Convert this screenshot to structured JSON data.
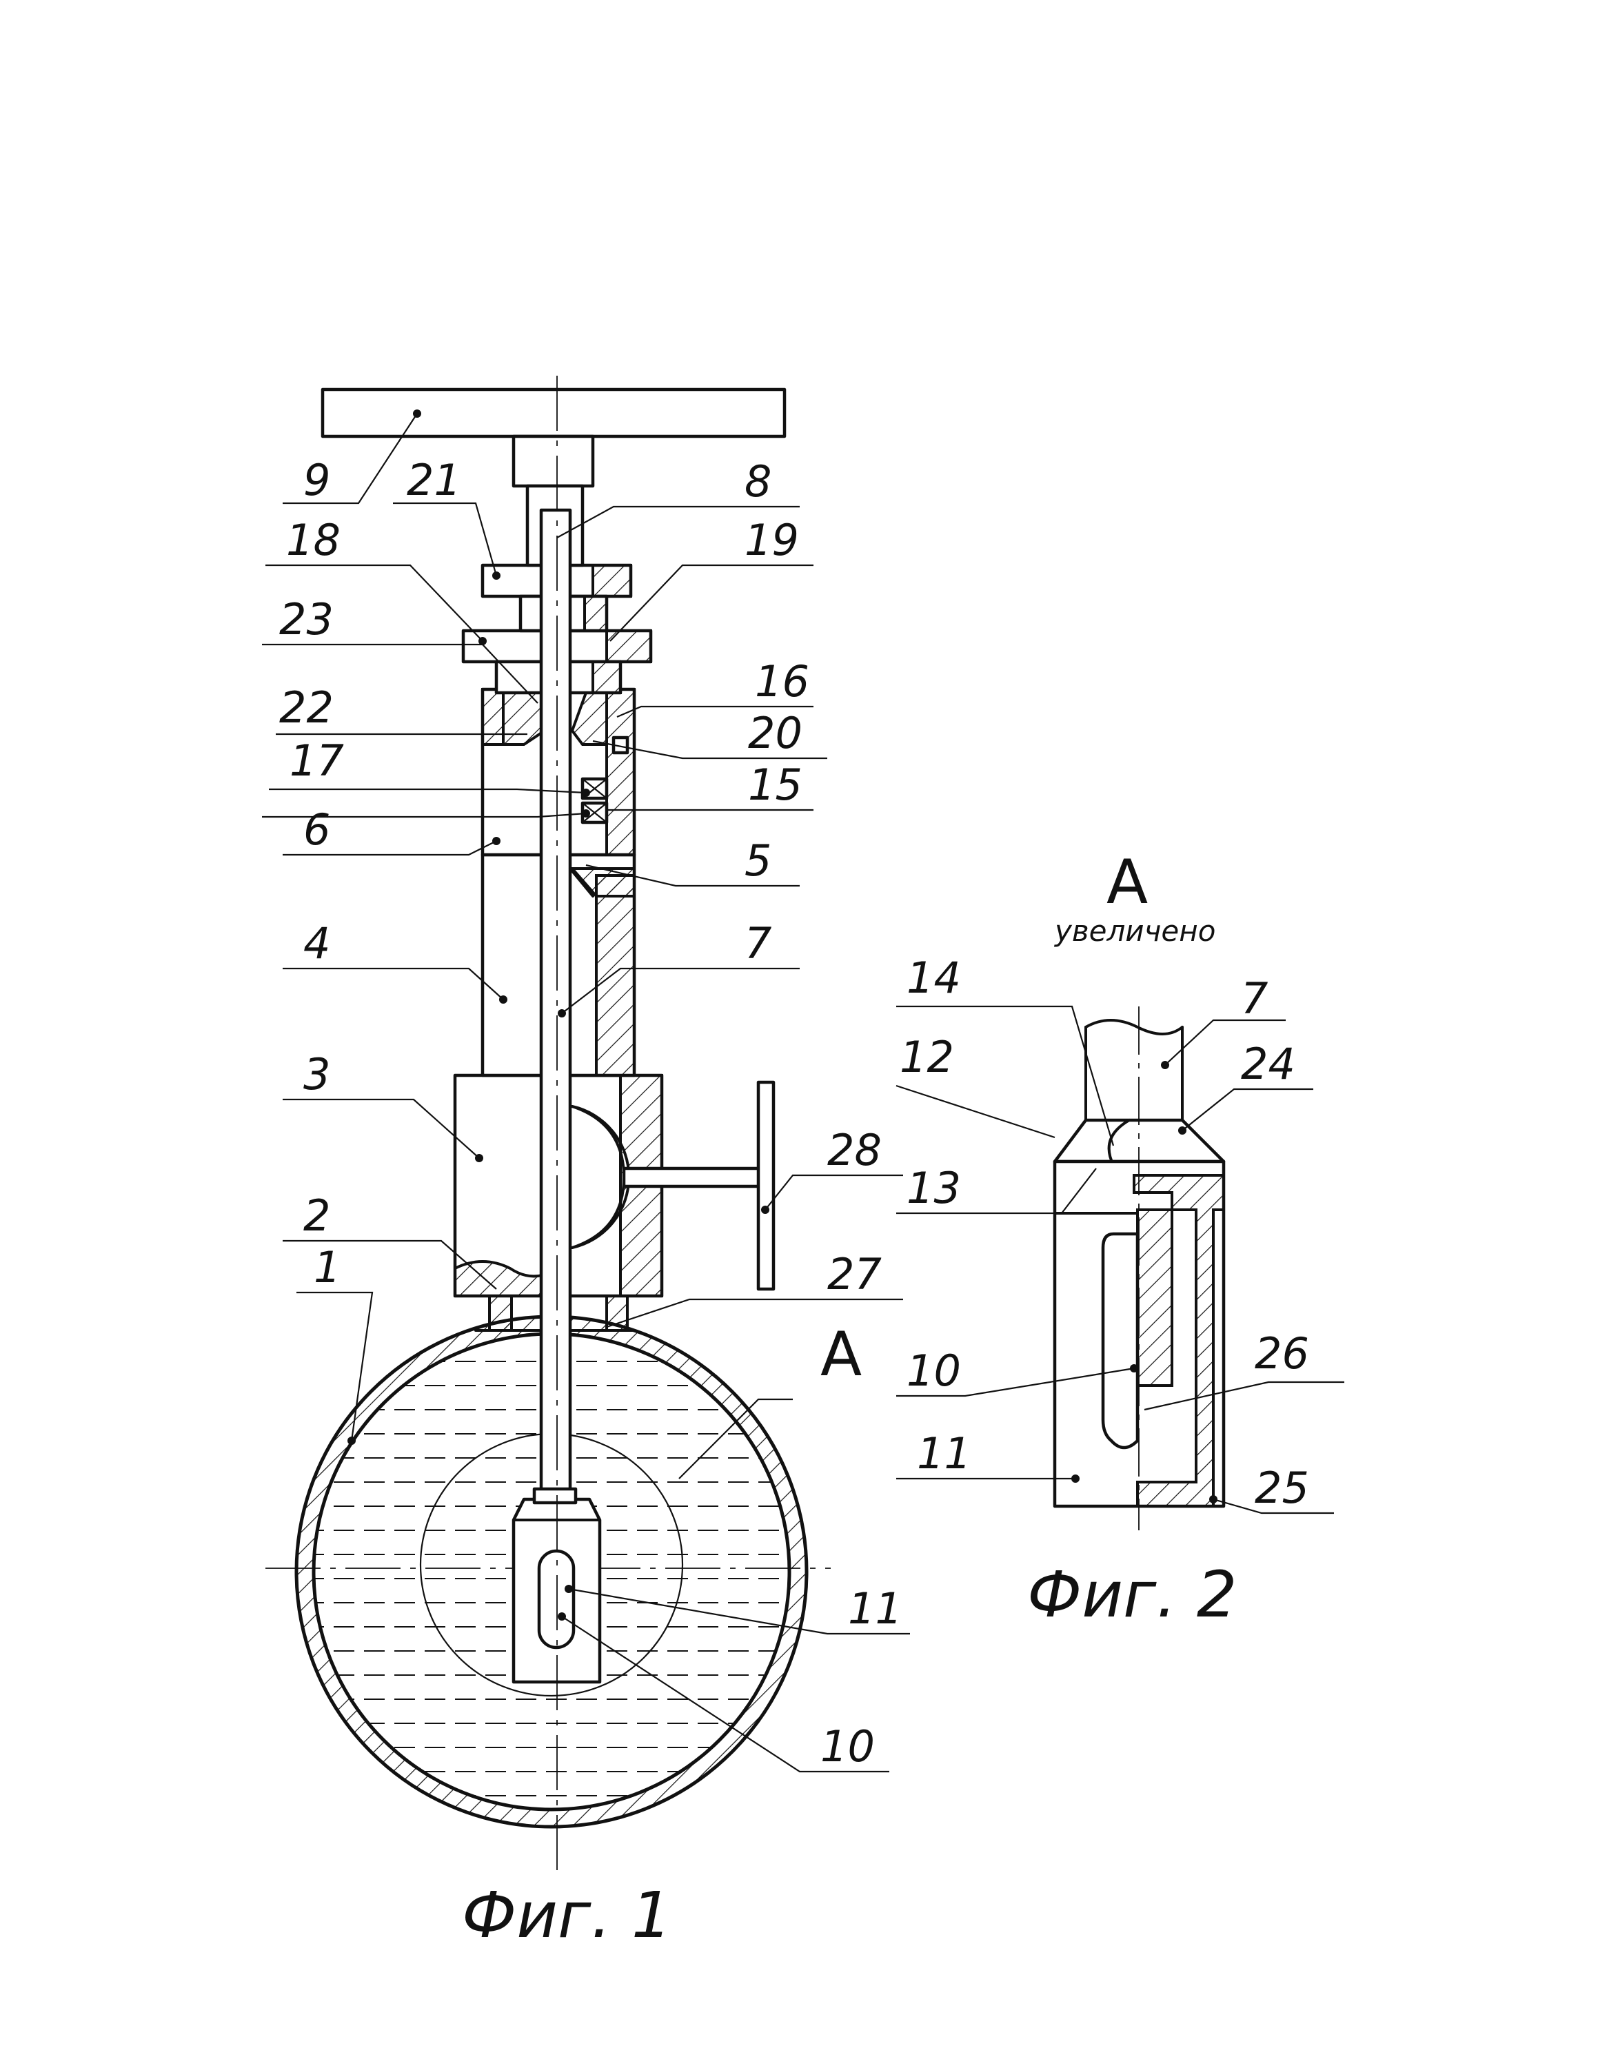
{
  "figure1": {
    "caption": "Фиг. 1",
    "callout": "А",
    "labels": {
      "l1": "1",
      "l2": "2",
      "l3": "3",
      "l4": "4",
      "l5": "5",
      "l6": "6",
      "l7": "7",
      "l8": "8",
      "l9": "9",
      "l10": "10",
      "l11": "11",
      "l15": "15",
      "l16": "16",
      "l17": "17",
      "l18": "18",
      "l19": "19",
      "l20": "20",
      "l21": "21",
      "l22": "22",
      "l23": "23",
      "l27": "27",
      "l28": "28"
    }
  },
  "figure2": {
    "caption": "Фиг. 2",
    "view_letter": "А",
    "view_note": "увеличено",
    "labels": {
      "l7": "7",
      "l10": "10",
      "l11": "11",
      "l12": "12",
      "l13": "13",
      "l14": "14",
      "l24": "24",
      "l25": "25",
      "l26": "26"
    }
  }
}
